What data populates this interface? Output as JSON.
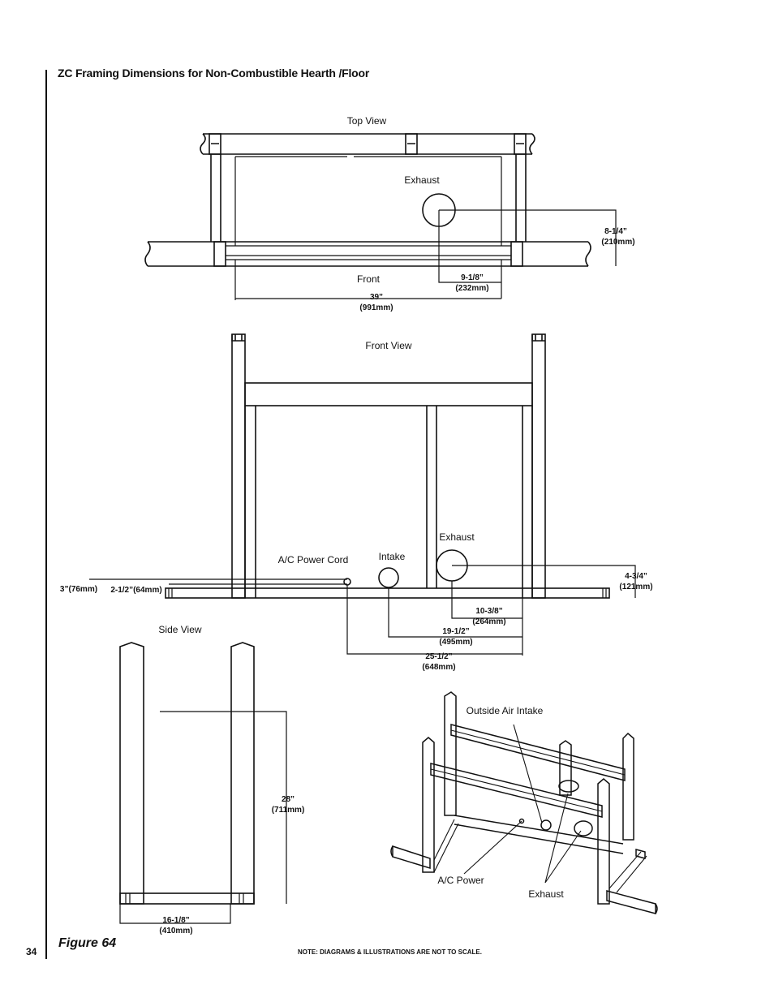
{
  "page": {
    "title": "ZC Framing Dimensions for Non-Combustible Hearth /Floor",
    "page_number": "34",
    "figure_label": "Figure 64",
    "note": "NOTE: DIAGRAMS & ILLUSTRATIONS ARE NOT TO SCALE."
  },
  "top_view": {
    "title": "Top View",
    "exhaust": "Exhaust",
    "front": "Front",
    "dim_8_14_in": "8-1/4”",
    "dim_8_14_mm": "(210mm)",
    "dim_9_18_in": "9-1/8”",
    "dim_9_18_mm": "(232mm)",
    "dim_39_in": "39”",
    "dim_39_mm": "(991mm)"
  },
  "front_view": {
    "title": "Front View",
    "exhaust": "Exhaust",
    "intake": "Intake",
    "ac_power_cord": "A/C Power Cord",
    "dim_3_in": "3”(76mm)",
    "dim_2_12": "2-1/2”(64mm)",
    "dim_4_34_in": "4-3/4”",
    "dim_4_34_mm": "(121mm)",
    "dim_10_38_in": "10-3/8”",
    "dim_10_38_mm": "(264mm)",
    "dim_19_12_in": "19-1/2”",
    "dim_19_12_mm": "(495mm)",
    "dim_25_12_in": "25-1/2”",
    "dim_25_12_mm": "(648mm)"
  },
  "side_view": {
    "title": "Side View",
    "dim_28_in": "28”",
    "dim_28_mm": "(711mm)",
    "dim_16_18_in": "16-1/8”",
    "dim_16_18_mm": "(410mm)"
  },
  "iso_view": {
    "outside_air_intake": "Outside Air Intake",
    "ac_power": "A/C Power",
    "exhaust": "Exhaust"
  }
}
